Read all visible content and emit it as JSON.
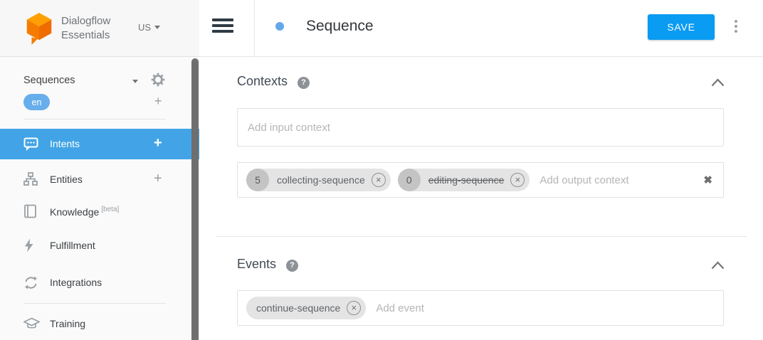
{
  "brand": {
    "line1": "Dialogflow",
    "line2": "Essentials",
    "region": "US"
  },
  "colors": {
    "active_item_blue": "#42a4e6",
    "save_button_blue": "#0a9bf2",
    "language_badge_blue": "#67aeec",
    "title_dot_blue": "#64a7e9",
    "logo_orange": "#f57c00"
  },
  "icons": {
    "plus": "+",
    "clear": "✖",
    "remove": "×",
    "help": "?"
  },
  "sidebar": {
    "agent_name": "Sequences",
    "language": "en",
    "items": [
      {
        "label": "Intents"
      },
      {
        "label": "Entities"
      },
      {
        "label": "Knowledge",
        "badge": "[beta]"
      },
      {
        "label": "Fulfillment"
      },
      {
        "label": "Integrations"
      },
      {
        "label": "Training"
      }
    ]
  },
  "header": {
    "title": "Sequence",
    "save_label": "SAVE"
  },
  "contexts": {
    "title": "Contexts",
    "input_placeholder": "Add input context",
    "output_placeholder": "Add output context",
    "output_chips": [
      {
        "lifespan": "5",
        "name": "collecting-sequence",
        "strikethrough": false
      },
      {
        "lifespan": "0",
        "name": "editing-sequence",
        "strikethrough": true
      }
    ]
  },
  "events": {
    "title": "Events",
    "placeholder": "Add event",
    "chips": [
      {
        "name": "continue-sequence"
      }
    ]
  }
}
